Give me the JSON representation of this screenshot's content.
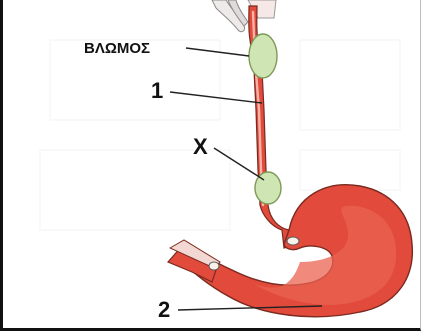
{
  "diagram": {
    "labels": {
      "bolus": "ΒΛΩΜΟΣ",
      "one": "1",
      "x": "X",
      "two": "2"
    },
    "colors": {
      "muscle": "#e24a3b",
      "muscle_dark": "#c42f22",
      "lumen_line": "#f7b3a6",
      "bolus": "#cfe6b4",
      "bolus_edge": "#7e9a58",
      "head_tissue": "#e9e6e6",
      "leader": "#222222"
    }
  }
}
